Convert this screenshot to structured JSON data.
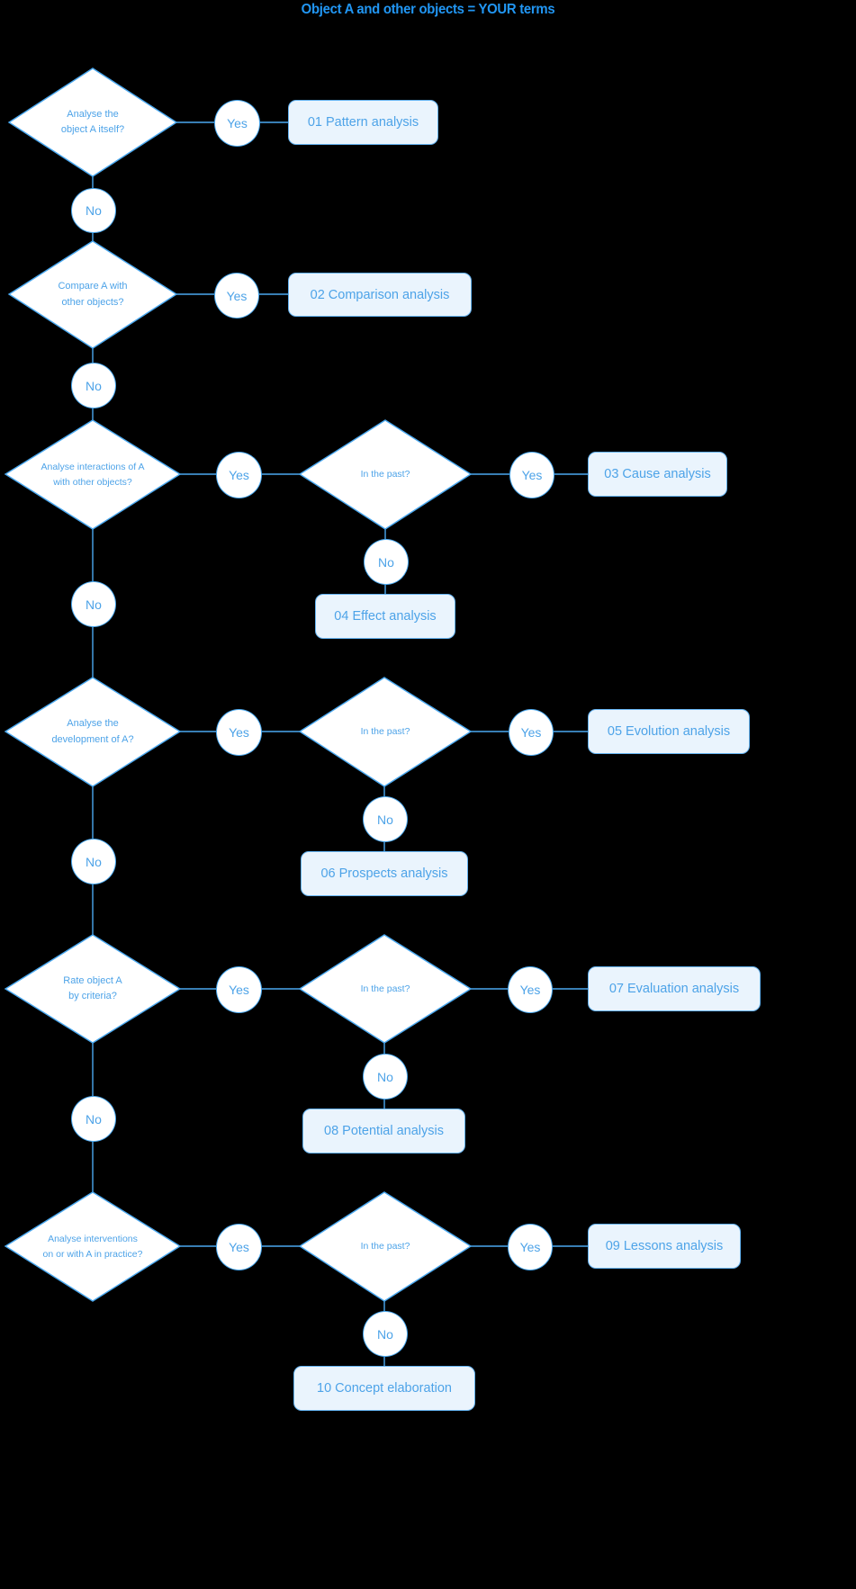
{
  "title": "Object A and other objects = YOUR terms",
  "theme": {
    "background": "#000000",
    "accent": "#2196f3",
    "line": "#4aa8ef",
    "text": "#4da3e8",
    "box_fill": "#eaf4fd",
    "box_border": "#64b2f0",
    "shape_fill": "#ffffff"
  },
  "labels": {
    "yes": "Yes",
    "no": "No",
    "in_the_past": "In the past?"
  },
  "decisions": [
    {
      "id": "d1",
      "line1": "Analyse the",
      "line2": "object A itself?"
    },
    {
      "id": "d2",
      "line1": "Compare A with",
      "line2": "other objects?"
    },
    {
      "id": "d3",
      "line1": "Analyse interactions of A",
      "line2": "with other objects?"
    },
    {
      "id": "d4",
      "line1": "Analyse the",
      "line2": "development of A?"
    },
    {
      "id": "d5",
      "line1": "Rate object A",
      "line2": "by criteria?"
    },
    {
      "id": "d6",
      "line1": "Analyse interventions",
      "line2": "on or with A in practice?"
    }
  ],
  "past_decisions": [
    {
      "id": "p3",
      "label": "In the past?"
    },
    {
      "id": "p4",
      "label": "In the past?"
    },
    {
      "id": "p5",
      "label": "In the past?"
    },
    {
      "id": "p6",
      "label": "In the past?"
    }
  ],
  "results": [
    {
      "id": "r01",
      "label": "01 Pattern analysis"
    },
    {
      "id": "r02",
      "label": "02 Comparison analysis"
    },
    {
      "id": "r03",
      "label": "03 Cause analysis"
    },
    {
      "id": "r04",
      "label": "04 Effect analysis"
    },
    {
      "id": "r05",
      "label": "05 Evolution analysis"
    },
    {
      "id": "r06",
      "label": "06 Prospects analysis"
    },
    {
      "id": "r07",
      "label": "07 Evaluation analysis"
    },
    {
      "id": "r08",
      "label": "08 Potential analysis"
    },
    {
      "id": "r09",
      "label": "09 Lessons analysis"
    },
    {
      "id": "r10",
      "label": "10 Concept elaboration"
    }
  ],
  "edge_labels": {
    "yes_1": "Yes",
    "no_1": "No",
    "yes_2": "Yes",
    "no_2": "No",
    "yes_3": "Yes",
    "no_3": "No",
    "yes_3b": "Yes",
    "no_3b": "No",
    "yes_4": "Yes",
    "no_4": "No",
    "yes_4b": "Yes",
    "no_4b": "No",
    "yes_5": "Yes",
    "no_5": "No",
    "yes_5b": "Yes",
    "no_5b": "No",
    "yes_6": "Yes",
    "yes_6b": "Yes",
    "no_6b": "No"
  }
}
